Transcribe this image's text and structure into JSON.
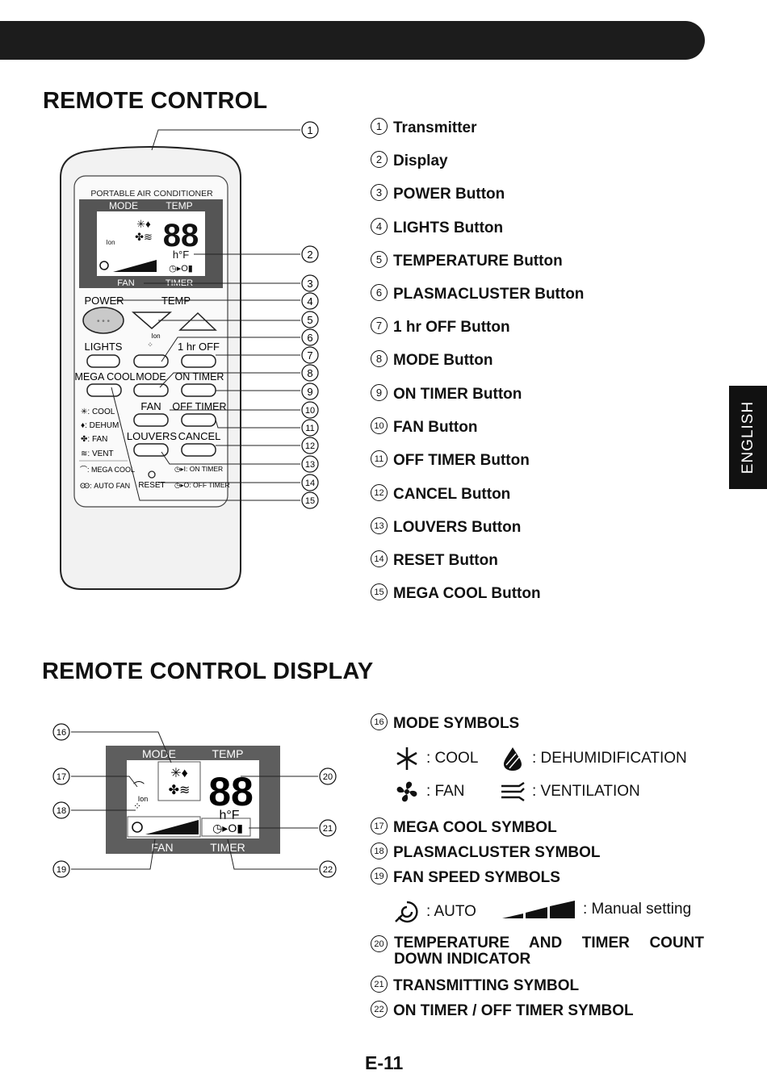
{
  "side_tab": "ENGLISH",
  "section1": {
    "title": "REMOTE CONTROL",
    "items": [
      {
        "n": "1",
        "label": "Transmitter"
      },
      {
        "n": "2",
        "label": "Display"
      },
      {
        "n": "3",
        "label": "POWER Button"
      },
      {
        "n": "4",
        "label": "LIGHTS Button"
      },
      {
        "n": "5",
        "label": "TEMPERATURE Button"
      },
      {
        "n": "6",
        "label": "PLASMACLUSTER Button"
      },
      {
        "n": "7",
        "label": "1 hr OFF Button"
      },
      {
        "n": "8",
        "label": "MODE Button"
      },
      {
        "n": "9",
        "label": "ON TIMER Button"
      },
      {
        "n": "10",
        "label": "FAN Button"
      },
      {
        "n": "11",
        "label": "OFF TIMER Button"
      },
      {
        "n": "12",
        "label": "CANCEL Button"
      },
      {
        "n": "13",
        "label": "LOUVERS Button"
      },
      {
        "n": "14",
        "label": "RESET Button"
      },
      {
        "n": "15",
        "label": "MEGA COOL Button"
      }
    ]
  },
  "remote": {
    "header": "PORTABLE AIR CONDITIONER",
    "mode": "MODE",
    "temp": "TEMP",
    "fan": "FAN",
    "timer": "TIMER",
    "ion": "Ion",
    "digits": "88",
    "unit": "h°F",
    "power": "POWER",
    "temp_btn": "TEMP",
    "lights": "LIGHTS",
    "one_hr_off": "1 hr OFF",
    "mega_cool": "MEGA COOL",
    "mode_btn": "MODE",
    "on_timer": "ON TIMER",
    "fan_btn": "FAN",
    "off_timer": "OFF TIMER",
    "louvers": "LOUVERS",
    "cancel": "CANCEL",
    "reset": "RESET",
    "legend_cool": ": COOL",
    "legend_dehum": ": DEHUM",
    "legend_fan": ": FAN",
    "legend_vent": ": VENT",
    "legend_mega": ": MEGA COOL",
    "legend_auto": ": AUTO FAN",
    "legend_on": ": ON TIMER",
    "legend_off": ": OFF TIMER"
  },
  "callouts1": [
    "1",
    "2",
    "3",
    "4",
    "5",
    "6",
    "7",
    "8",
    "9",
    "10",
    "11",
    "12",
    "13",
    "14",
    "15"
  ],
  "callouts2": [
    "16",
    "17",
    "18",
    "19",
    "20",
    "21",
    "22"
  ],
  "section2": {
    "title": "REMOTE CONTROL DISPLAY",
    "mode_symbols": {
      "n": "16",
      "label": "MODE SYMBOLS"
    },
    "cool": ": COOL",
    "dehum": ": DEHUMIDIFICATION",
    "fan": ": FAN",
    "vent": ": VENTILATION",
    "mega": {
      "n": "17",
      "label": "MEGA COOL SYMBOL"
    },
    "plasma": {
      "n": "18",
      "label": "PLASMACLUSTER SYMBOL"
    },
    "fanspeed": {
      "n": "19",
      "label": "FAN SPEED SYMBOLS"
    },
    "auto": ": AUTO",
    "manual": ": Manual setting",
    "tempind": {
      "n": "20",
      "line1": "TEMPERATURE AND TIMER COUNT",
      "line2": "DOWN INDICATOR"
    },
    "transmit": {
      "n": "21",
      "label": "TRANSMITTING SYMBOL"
    },
    "ontimer": {
      "n": "22",
      "label": "ON TIMER / OFF TIMER SYMBOL"
    }
  },
  "footer": "E-11"
}
